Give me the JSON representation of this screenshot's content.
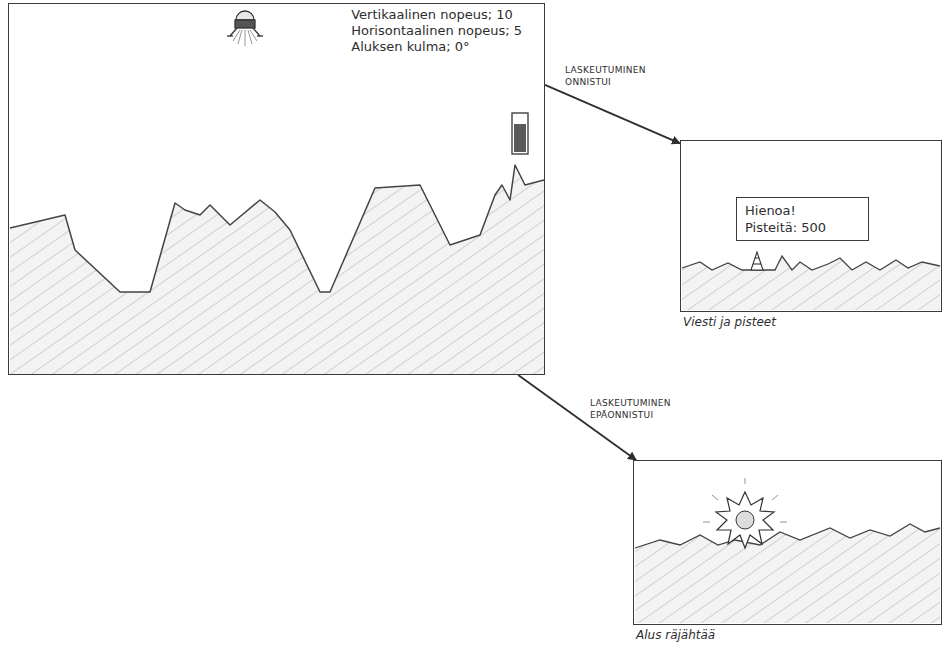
{
  "diagram": {
    "nodes": [
      {
        "text": [
          "Vertikaalinen nopeus; 10",
          "Horisontaalinen nopeus; 5",
          "Aluksen kulma; 0°"
        ]
      },
      {
        "text": [
          "Viesti ja pisteet"
        ]
      },
      {
        "text": [
          "Hienoa!",
          "Pisteitä: 500"
        ],
        "in": 1
      },
      {
        "text": [
          "Alus räjähtää"
        ]
      }
    ],
    "edges": [
      {
        "from": 0,
        "to": 1,
        "arrow": "to",
        "label": "LASKEUTUMINEN ONNISTUI"
      },
      {
        "from": 0,
        "to": 3,
        "arrow": "to",
        "label": "LASKEUTUMINEN EPÄONNISTUI"
      }
    ]
  }
}
